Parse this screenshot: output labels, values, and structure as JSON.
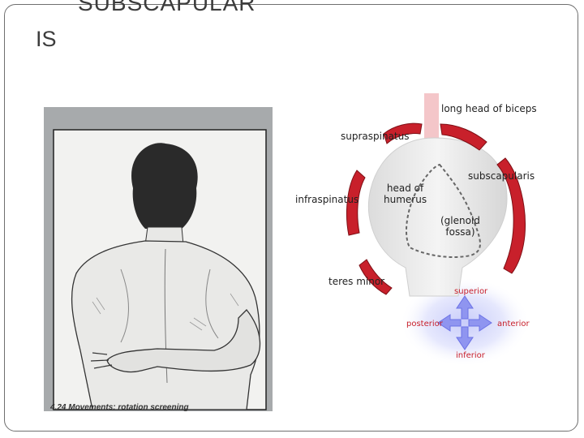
{
  "slide": {
    "title_line1": "SUBSCAPULAR",
    "title_line2": "IS"
  },
  "photo": {
    "caption": "4.24  Movements: rotation screening"
  },
  "diagram": {
    "labels": {
      "long_head_biceps": "long head of biceps",
      "supraspinatus": "supraspinatus",
      "subscapularis": "subscapularis",
      "infraspinatus": "infraspinatus",
      "head_of_humerus": "head of\nhumerus",
      "glenoid_fossa": "(glenoid\nfossa)",
      "teres_minor": "teres minor"
    },
    "directions": {
      "superior": "superior",
      "posterior": "posterior",
      "anterior": "anterior",
      "inferior": "inferior"
    },
    "colors": {
      "muscle": "#c8202b",
      "bone": "#eeeeee",
      "arrow": "#8f95f0"
    }
  }
}
